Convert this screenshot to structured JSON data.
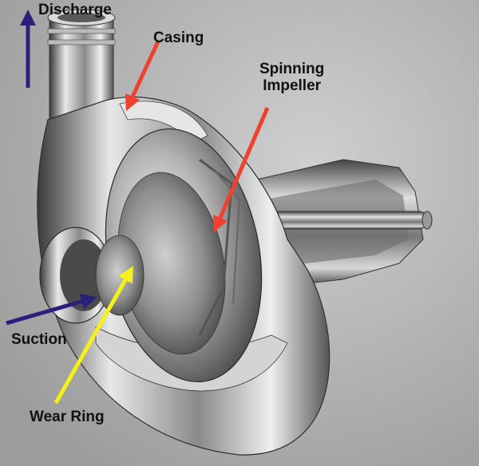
{
  "labels": {
    "discharge": "Discharge",
    "casing": "Casing",
    "spinning_impeller_line1": "Spinning",
    "spinning_impeller_line2": "Impeller",
    "suction": "Suction",
    "wear_ring": "Wear Ring"
  },
  "colors": {
    "background_light": "#c9c9c9",
    "background_dark": "#9a9a9a",
    "metal_light": "#e6e6e6",
    "metal_mid": "#9e9e9e",
    "metal_dark": "#4a4a4a",
    "arrow_red": "#f04030",
    "arrow_blue": "#2a1f7a",
    "arrow_yellow": "#f5ef1a"
  }
}
